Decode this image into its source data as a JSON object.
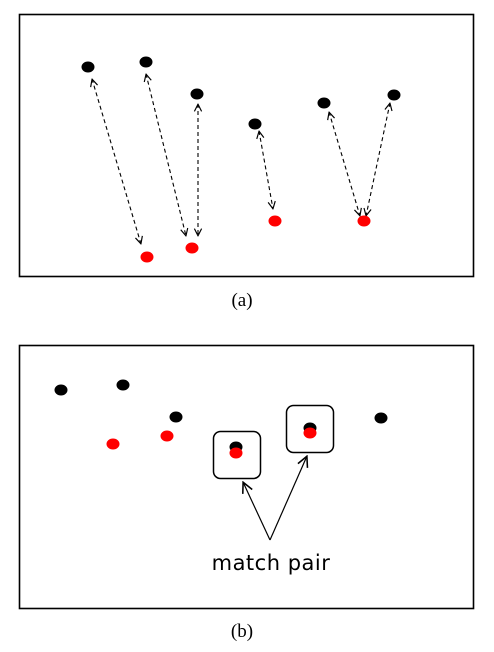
{
  "panel_a": {
    "caption": "(a)"
  },
  "panel_b": {
    "caption": "(b)",
    "annotation": "match pair"
  },
  "colors": {
    "point_black": "#000000",
    "point_red": "#ff0000",
    "frame": "#000000",
    "background": "#ffffff"
  },
  "point_count": {
    "panel_a_black": 6,
    "panel_a_red": 4,
    "panel_b_black": 6,
    "panel_b_red": 4
  }
}
